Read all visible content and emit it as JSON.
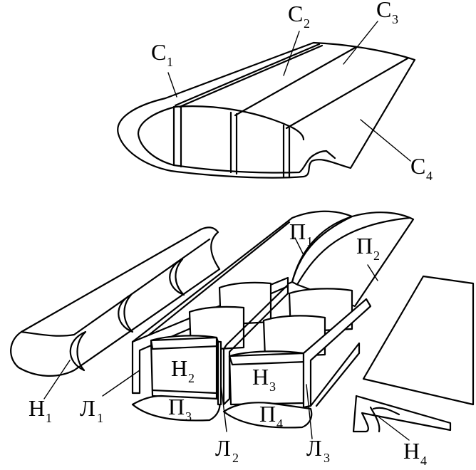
{
  "labels": {
    "c1": {
      "main": "C",
      "sub": "1"
    },
    "c2": {
      "main": "C",
      "sub": "2"
    },
    "c3": {
      "main": "C",
      "sub": "3"
    },
    "c4": {
      "main": "C",
      "sub": "4"
    },
    "p1": {
      "main": "П",
      "sub": "1"
    },
    "p2": {
      "main": "П",
      "sub": "2"
    },
    "p3": {
      "main": "П",
      "sub": "3"
    },
    "p4": {
      "main": "П",
      "sub": "4"
    },
    "h1": {
      "main": "Н",
      "sub": "1"
    },
    "h2": {
      "main": "Н",
      "sub": "2"
    },
    "h3": {
      "main": "Н",
      "sub": "3"
    },
    "h4": {
      "main": "Н",
      "sub": "4"
    },
    "l1": {
      "main": "Л",
      "sub": "1"
    },
    "l2": {
      "main": "Л",
      "sub": "2"
    },
    "l3": {
      "main": "Л",
      "sub": "3"
    }
  }
}
